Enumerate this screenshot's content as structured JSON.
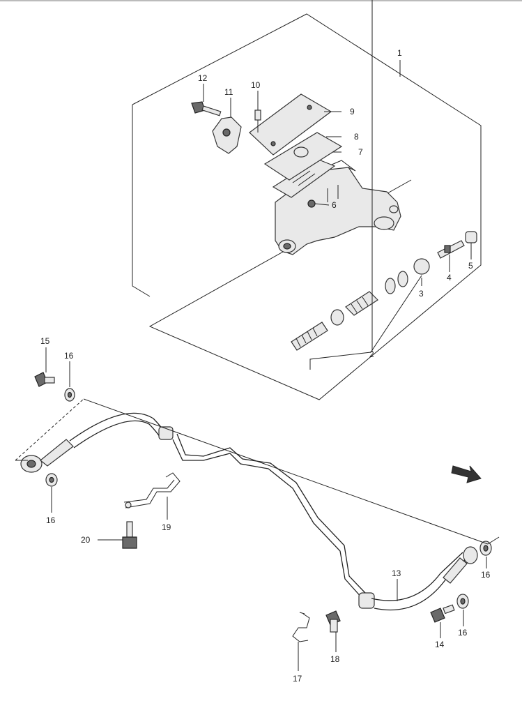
{
  "colors": {
    "ink": "#222222",
    "part_fill": "#e9e9e9",
    "part_dark": "#6a6a6a",
    "top_rule": "#bbbbbb"
  },
  "callouts": {
    "c1": "1",
    "c2": "2",
    "c3": "3",
    "c4": "4",
    "c5": "5",
    "c6": "6",
    "c7": "7",
    "c8": "8",
    "c9": "9",
    "c10": "10",
    "c11": "11",
    "c12": "12",
    "c13": "13",
    "c14": "14",
    "c15": "15",
    "c16a": "16",
    "c16b": "16",
    "c16c": "16",
    "c16d": "16",
    "c17": "17",
    "c18": "18",
    "c19": "19",
    "c20": "20"
  },
  "icons": {
    "front_direction": "front-arrow-icon"
  }
}
